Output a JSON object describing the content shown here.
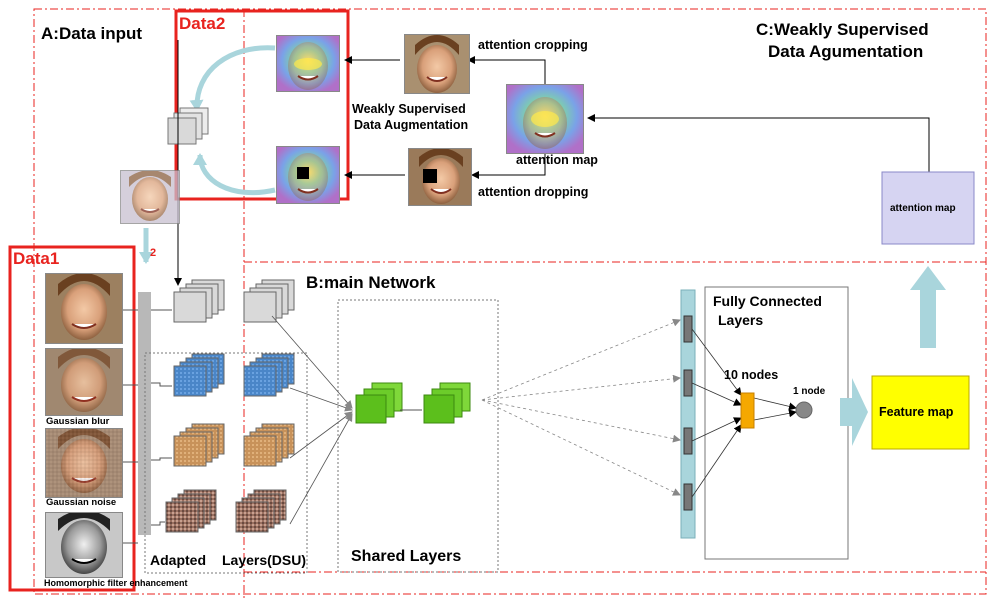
{
  "sections": {
    "a": "A:Data input",
    "b": "B:main Network",
    "c_line1": "C:Weakly Supervised",
    "c_line2": "Data Agumentation"
  },
  "data_boxes": {
    "data1": "Data1",
    "data2": "Data2",
    "step_number": "2"
  },
  "augmentation": {
    "crop": "attention cropping",
    "drop": "attention dropping",
    "map": "attention map",
    "wsda_line1": "Weakly Supervised",
    "wsda_line2": "Data Augmentation",
    "attention_map_box": "attention map"
  },
  "inputs": {
    "blur": "Gaussian blur",
    "noise": "Gaussian noise",
    "homomorphic": "Homomorphic filter enhancement"
  },
  "network": {
    "adapted": "Adapted",
    "layers_dsu": "Layers(DSU)",
    "shared": "Shared Layers",
    "fc_line1": "Fully Connected",
    "fc_line2": "Layers",
    "ten_nodes": "10 nodes",
    "one_node": "1 node",
    "feature_map": "Feature map"
  },
  "colors": {
    "red_frame": "#e8231f",
    "dashdot": "#e8231f",
    "gray_layers": "#d9d9d9",
    "blue_layers": "#4a86c8",
    "orange_layers": "#c8925a",
    "textured_layers": "#9a7060",
    "shared_green": "#5cbf1c",
    "teal_column": "#a9d5dc",
    "node_orange": "#f5a800",
    "feature_map_fill": "#ffff00",
    "attention_map_fill": "#d6d4f2"
  }
}
